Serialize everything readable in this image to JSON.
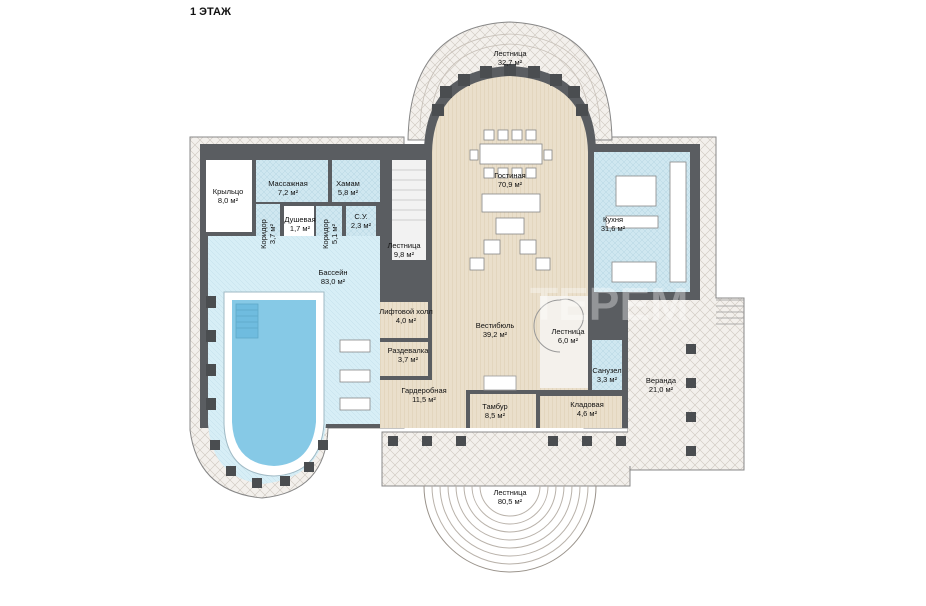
{
  "floor_title": "1 ЭТАЖ",
  "watermark": "ТЕРЕМ",
  "colors": {
    "wall": "#55585c",
    "wood": "#e8dcc8",
    "wood_line": "#d6c6ab",
    "tile": "#c9e4ee",
    "pool_water": "#7fc6e4",
    "pool_rim": "#ffffff",
    "terrace": "#f1eeea",
    "terrace_line": "#cfc9c2",
    "column": "#4a4d50"
  },
  "rooms": [
    {
      "id": "stair-top",
      "name": "Лестница",
      "area": "32,7 м²"
    },
    {
      "id": "living",
      "name": "Гостиная",
      "area": "70,9 м²"
    },
    {
      "id": "porch",
      "name": "Крыльцо",
      "area": "8,0 м²"
    },
    {
      "id": "massage",
      "name": "Массажная",
      "area": "7,2 м²"
    },
    {
      "id": "hamam",
      "name": "Хамам",
      "area": "5,8 м²"
    },
    {
      "id": "corridor-a",
      "name": "Коридор",
      "area": "3,7 м²"
    },
    {
      "id": "shower",
      "name": "Душевая",
      "area": "1,7 м²"
    },
    {
      "id": "corridor-b",
      "name": "Коридор",
      "area": "5,1 м²"
    },
    {
      "id": "wc-small",
      "name": "С.У.",
      "area": "2,3 м²"
    },
    {
      "id": "stair-inner",
      "name": "Лестница",
      "area": "9,8 м²"
    },
    {
      "id": "kitchen",
      "name": "Кухня",
      "area": "31,6 м²"
    },
    {
      "id": "pool",
      "name": "Бассейн",
      "area": "83,0 м²"
    },
    {
      "id": "lift",
      "name": "Лифтовой холл",
      "area": "4,0 м²"
    },
    {
      "id": "lobby",
      "name": "Вестибюль",
      "area": "39,2 м²"
    },
    {
      "id": "stair-spiral",
      "name": "Лестница",
      "area": "6,0 м²"
    },
    {
      "id": "razdevalka",
      "name": "Раздевалка",
      "area": "3,7 м²"
    },
    {
      "id": "bathroom",
      "name": "Санузел",
      "area": "3,3 м²"
    },
    {
      "id": "veranda",
      "name": "Веранда",
      "area": "21,0 м²"
    },
    {
      "id": "wardrobe",
      "name": "Гардеробная",
      "area": "11,5 м²"
    },
    {
      "id": "tambur",
      "name": "Тамбур",
      "area": "8,5 м²"
    },
    {
      "id": "pantry",
      "name": "Кладовая",
      "area": "4,6 м²"
    },
    {
      "id": "stair-bottom",
      "name": "Лестница",
      "area": "80,5 м²"
    }
  ]
}
